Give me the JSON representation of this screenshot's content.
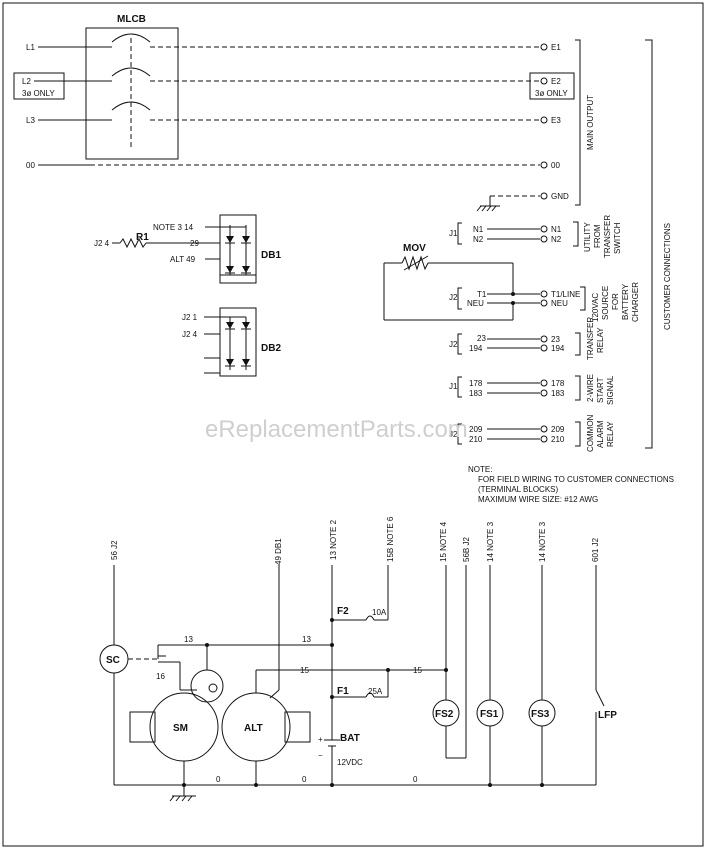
{
  "main_breaker": {
    "title": "MLCB",
    "inputs": [
      "L1",
      "L2",
      "L3",
      "00"
    ],
    "phase_note": "3ø ONLY",
    "outputs": [
      "E1",
      "E2",
      "E3",
      "00",
      "GND"
    ],
    "section_label": "MAIN OUTPUT"
  },
  "customer": {
    "section_label": "CUSTOMER CONNECTIONS",
    "groups": [
      {
        "connector": "J1",
        "left": [
          "N1",
          "N2"
        ],
        "right": [
          "N1",
          "N2"
        ],
        "label": [
          "UTILITY",
          "FROM",
          "TRANSFER",
          "SWITCH"
        ]
      },
      {
        "connector": "J2",
        "left": [
          "T1",
          "NEU"
        ],
        "right": [
          "T1/LINE",
          "NEU"
        ],
        "label": [
          "120VAC",
          "SOURCE",
          "FOR",
          "BATTERY",
          "CHARGER"
        ]
      },
      {
        "connector": "J2",
        "left": [
          "23",
          "194"
        ],
        "right": [
          "23",
          "194"
        ],
        "label": [
          "TRANSFER",
          "RELAY"
        ]
      },
      {
        "connector": "J1",
        "left": [
          "178",
          "183"
        ],
        "right": [
          "178",
          "183"
        ],
        "label": [
          "2-WIRE",
          "START",
          "SIGNAL"
        ]
      },
      {
        "connector": "J2",
        "left": [
          "209",
          "210"
        ],
        "right": [
          "209",
          "210"
        ],
        "label": [
          "COMMON",
          "ALARM",
          "RELAY"
        ]
      }
    ],
    "mov_label": "MOV"
  },
  "db1": {
    "label": "DB1",
    "r1_label": "R1",
    "pins": [
      "NOTE 3  14",
      "29",
      "ALT  49"
    ],
    "j2_label": "J2  4"
  },
  "db2": {
    "label": "DB2",
    "pins": [
      "J2  1",
      "J2  4"
    ]
  },
  "note": [
    "NOTE:",
    "FOR FIELD WIRING TO CUSTOMER CONNECTIONS",
    "(TERMINAL BLOCKS)",
    "MAXIMUM WIRE SIZE: #12 AWG"
  ],
  "bottom": {
    "column_labels": [
      "56 J2",
      "49 DB1",
      "13 NOTE 2",
      "15B NOTE 6",
      "15 NOTE 4",
      "56B J2",
      "14 NOTE 3",
      "14 NOTE 3",
      "601 J2"
    ],
    "components": [
      "SC",
      "SM",
      "ALT",
      "BAT",
      "FS2",
      "FS1",
      "FS3",
      "LFP"
    ],
    "fuses": [
      "F2",
      "10A",
      "F1",
      "25A"
    ],
    "bat_voltage": "12VDC",
    "wire_numbers": [
      "13",
      "13",
      "16",
      "15",
      "15",
      "0",
      "0",
      "0"
    ],
    "bat_polarity": [
      "+",
      "−"
    ]
  },
  "watermark": "eReplacementParts.com"
}
